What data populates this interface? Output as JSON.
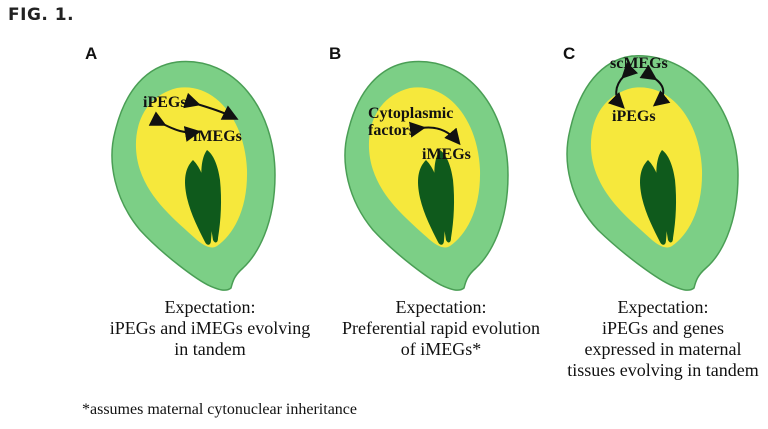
{
  "figure_label": "FIG. 1.",
  "panels": [
    {
      "letter": "A",
      "labels": [
        "iPEGs",
        "iMEGs"
      ],
      "caption": [
        "Expectation:",
        "iPEGs and iMEGs evolving",
        "in tandem"
      ]
    },
    {
      "letter": "B",
      "labels": [
        "Cytoplasmic",
        "factors",
        "iMEGs"
      ],
      "caption": [
        "Expectation:",
        "Preferential rapid evolution",
        "of iMEGs*"
      ]
    },
    {
      "letter": "C",
      "labels": [
        "scMEGs",
        "iPEGs"
      ],
      "caption": [
        "Expectation:",
        "iPEGs and genes",
        "expressed in maternal",
        "tissues evolving in tandem"
      ]
    }
  ],
  "footnote": "*assumes maternal cytonuclear inheritance",
  "colors": {
    "seed_coat": "#7ccf86",
    "seed_coat_stroke": "#4a9e55",
    "endosperm": "#f6e83c",
    "embryo": "#0f5a1c",
    "arrow": "#111111"
  }
}
